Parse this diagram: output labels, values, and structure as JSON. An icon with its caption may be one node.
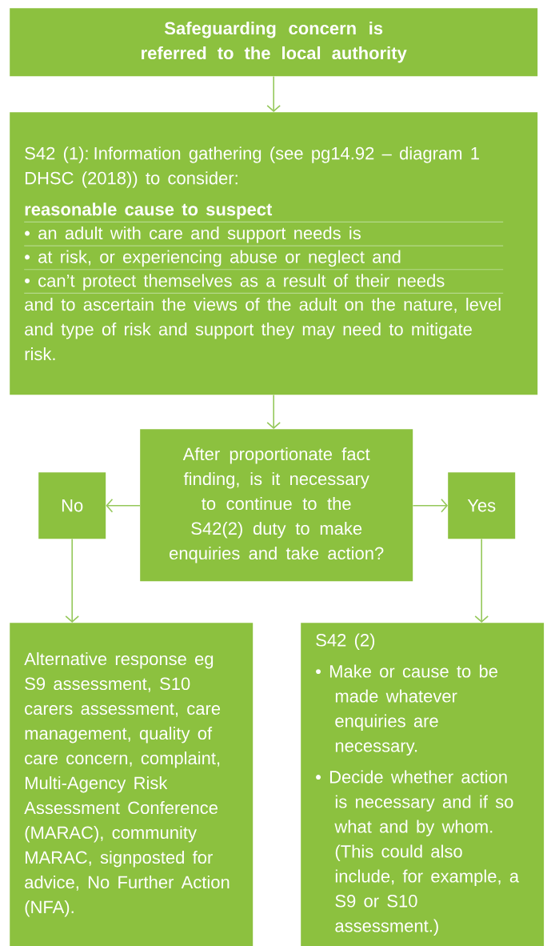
{
  "diagram": {
    "nodes": [
      {
        "text": [
          "Safeguarding concern is referred to the local authority"
        ]
      },
      {
        "text": [
          "S42 (1): Information gathering (see pg14.92 – diagram 1 DHSC (2018)) to consider:",
          "reasonable cause to suspect",
          "• an adult with care and support needs is",
          "• at risk, or experiencing abuse or neglect and",
          "• can’t protect themselves as a result of their needs",
          "and to ascertain the views of the adult on the nature, level and type of risk and support they may need to mitigate risk."
        ]
      },
      {
        "text": [
          "After proportionate fact finding, is it necessary to continue to the S42(2) duty to make enquiries and take action?"
        ]
      },
      {
        "text": [
          "No"
        ]
      },
      {
        "text": [
          "Yes"
        ]
      },
      {
        "text": [
          "Alternative response eg S9 assessment, S10 carers assessment, care management, quality of care concern, complaint, Multi-Agency Risk Assessment Conference (MARAC), community MARAC, signposted for advice, No Further Action (NFA)."
        ]
      },
      {
        "text": [
          "S42 (2)",
          "• Make or cause to be made whatever enquiries are necessary.",
          "• Decide whether action is necessary and if so what and by whom. (This could also include, for example, a S9 or S10 assessment.)"
        ]
      }
    ],
    "edges": [
      {
        "from": 0,
        "to": 1,
        "arrow": "to"
      },
      {
        "from": 1,
        "to": 2,
        "arrow": "to"
      },
      {
        "from": 2,
        "to": 3,
        "arrow": "to"
      },
      {
        "from": 2,
        "to": 4,
        "arrow": "to"
      },
      {
        "from": 3,
        "to": 5,
        "arrow": "to"
      },
      {
        "from": 4,
        "to": 6,
        "arrow": "to"
      }
    ]
  }
}
